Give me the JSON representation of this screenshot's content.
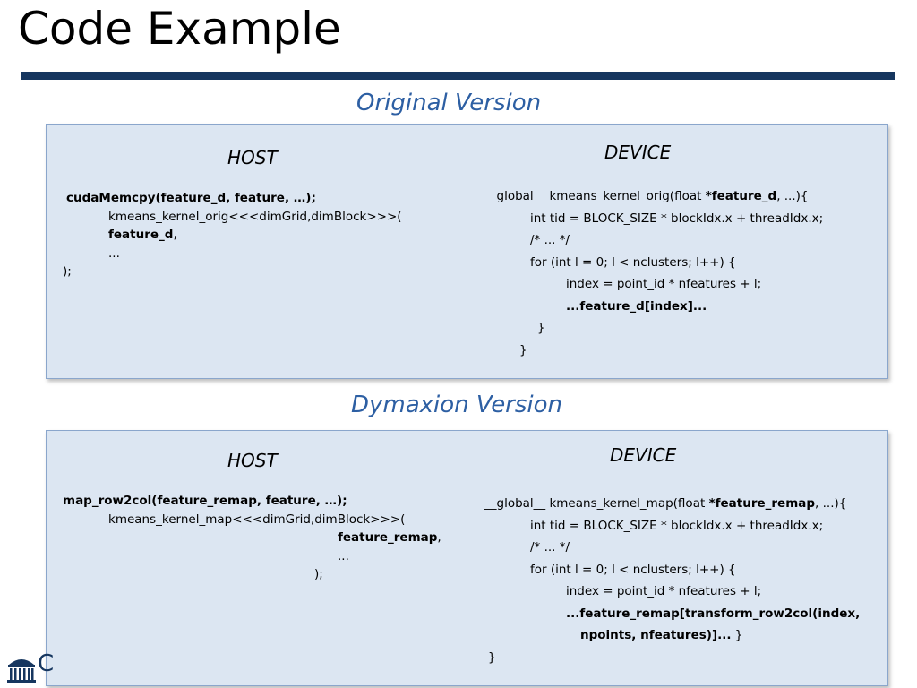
{
  "title": "Code Example",
  "original": {
    "section_title": "Original Version",
    "host": {
      "heading": "HOST",
      "line1": "cudaMemcpy(feature_d, feature, …);",
      "line2": "kmeans_kernel_orig<<<dimGrid,dimBlock>>>(",
      "line3_bold": "feature_d",
      "line3_rest": ",",
      "line4": "...",
      "line5": ");"
    },
    "device": {
      "heading": "DEVICE",
      "l1_pre": "__global__ kmeans_kernel_orig(float ",
      "l1_bold": "*feature_d",
      "l1_post": ", ...){",
      "l2": "int tid = BLOCK_SIZE * blockIdx.x + threadIdx.x;",
      "l3": "/* ... */",
      "l4": "for (int l = 0; l < nclusters; l++) {",
      "l5": "index = point_id * nfeatures + l;",
      "l6": "...feature_d[index]...",
      "l7": "}",
      "l8": "}"
    }
  },
  "dymaxion": {
    "section_title": "Dymaxion Version",
    "host": {
      "heading": "HOST",
      "line1": "map_row2col(feature_remap, feature, …);",
      "line2": "kmeans_kernel_map<<<dimGrid,dimBlock>>>(",
      "line3_bold": "feature_remap",
      "line3_rest": ",",
      "line4": "...",
      "line5": ");"
    },
    "device": {
      "heading": "DEVICE",
      "l1_pre": "__global__ kmeans_kernel_map(float ",
      "l1_bold": "*feature_remap",
      "l1_post": ", ...){",
      "l2": "int tid = BLOCK_SIZE * blockIdx.x + threadIdx.x;",
      "l3": "/* ... */",
      "l4": "for (int l = 0; l < nclusters; l++) {",
      "l5": "index = point_id * nfeatures + l;",
      "l6": "...feature_remap[transform_row2col(index,",
      "l7_bold": "npoints, nfeatures)]...",
      "l7_rest": " }",
      "l8": "}"
    }
  },
  "footer": {
    "logo_icon": "university-rotunda-icon",
    "logo_letter": "C"
  }
}
